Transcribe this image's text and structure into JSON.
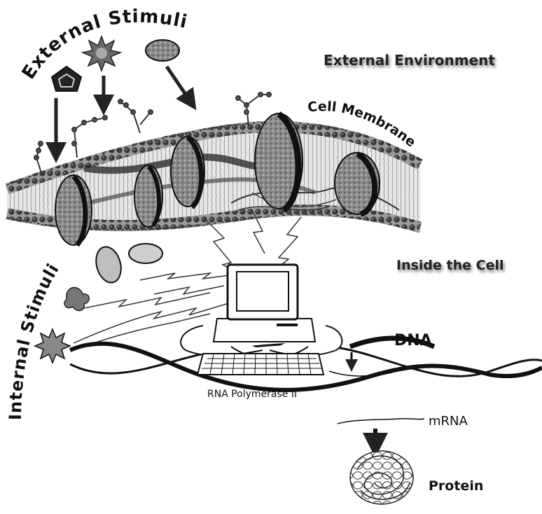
{
  "labels": {
    "external_stimuli": "External Stimuli",
    "external_environment": "External Environment",
    "cell_membrane": "Cell Membrane",
    "inside_the_cell": "Inside the Cell",
    "internal_stimuli": "Internal Stimuli",
    "dna": "DNA",
    "rna_polymerase": "RNA Polymerase II",
    "mrna": "mRNA",
    "protein": "Protein"
  }
}
